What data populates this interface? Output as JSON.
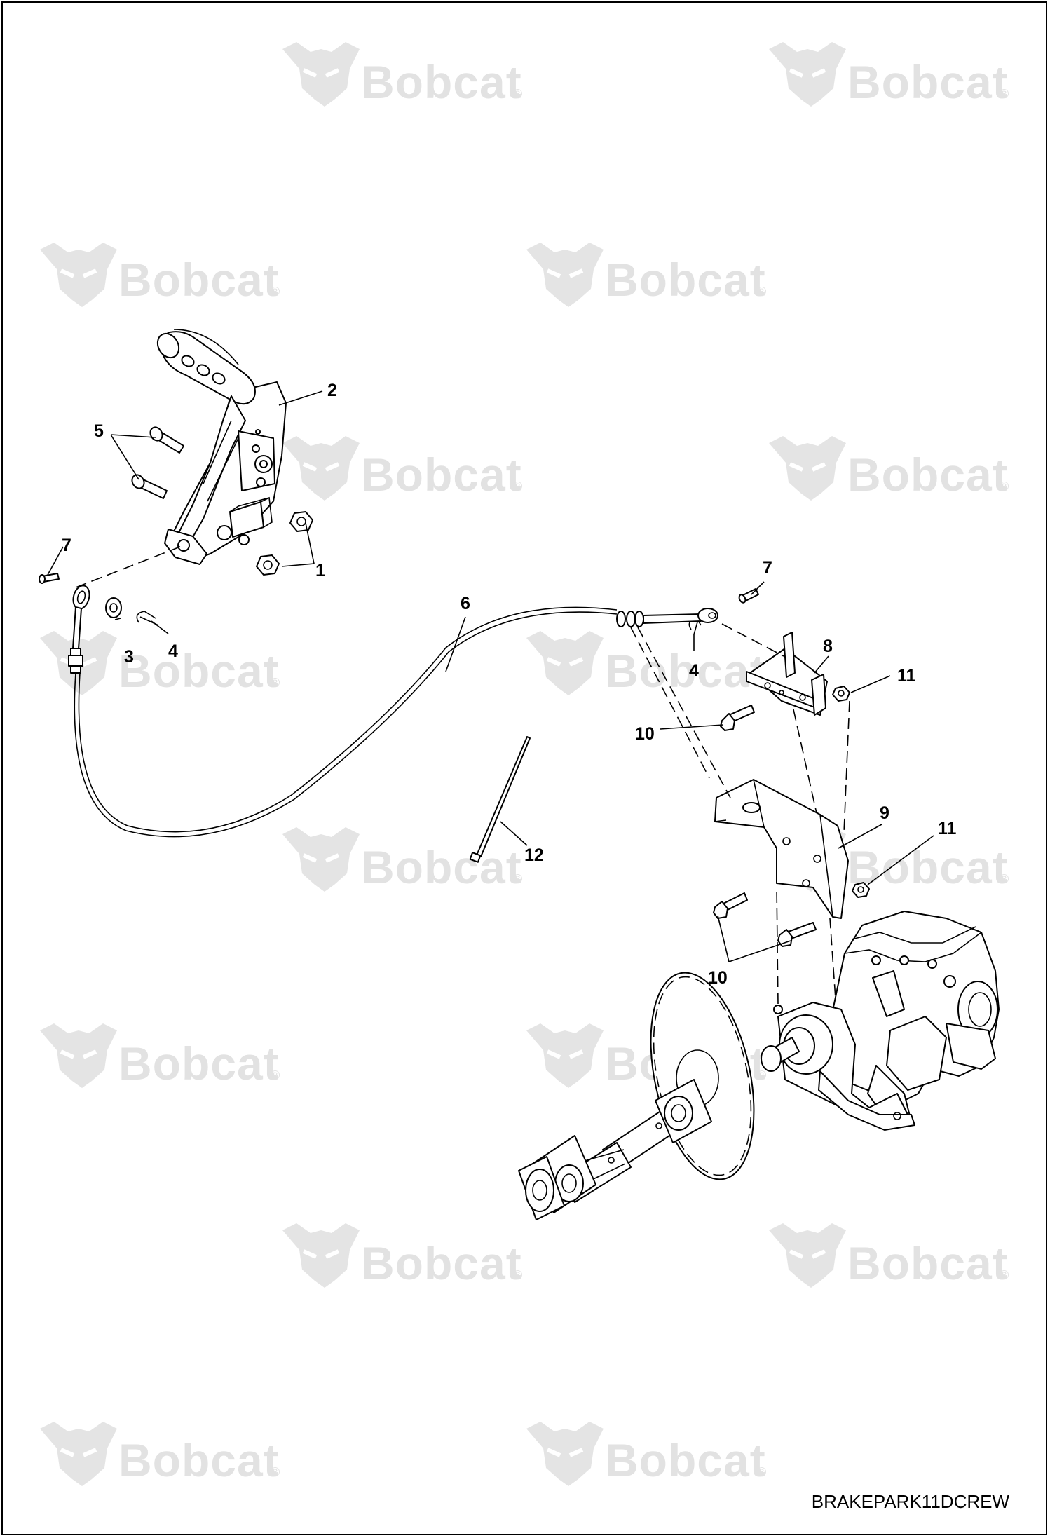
{
  "watermark": {
    "brand": "Bobcat",
    "mark": "®"
  },
  "drawing_id": "BRAKEPARK11DCREW",
  "callouts": {
    "c1": "1",
    "c2": "2",
    "c3": "3",
    "c4a": "4",
    "c4b": "4",
    "c5": "5",
    "c6": "6",
    "c7a": "7",
    "c7b": "7",
    "c8": "8",
    "c9": "9",
    "c10a": "10",
    "c10b": "10",
    "c11a": "11",
    "c11b": "11",
    "c12": "12"
  }
}
